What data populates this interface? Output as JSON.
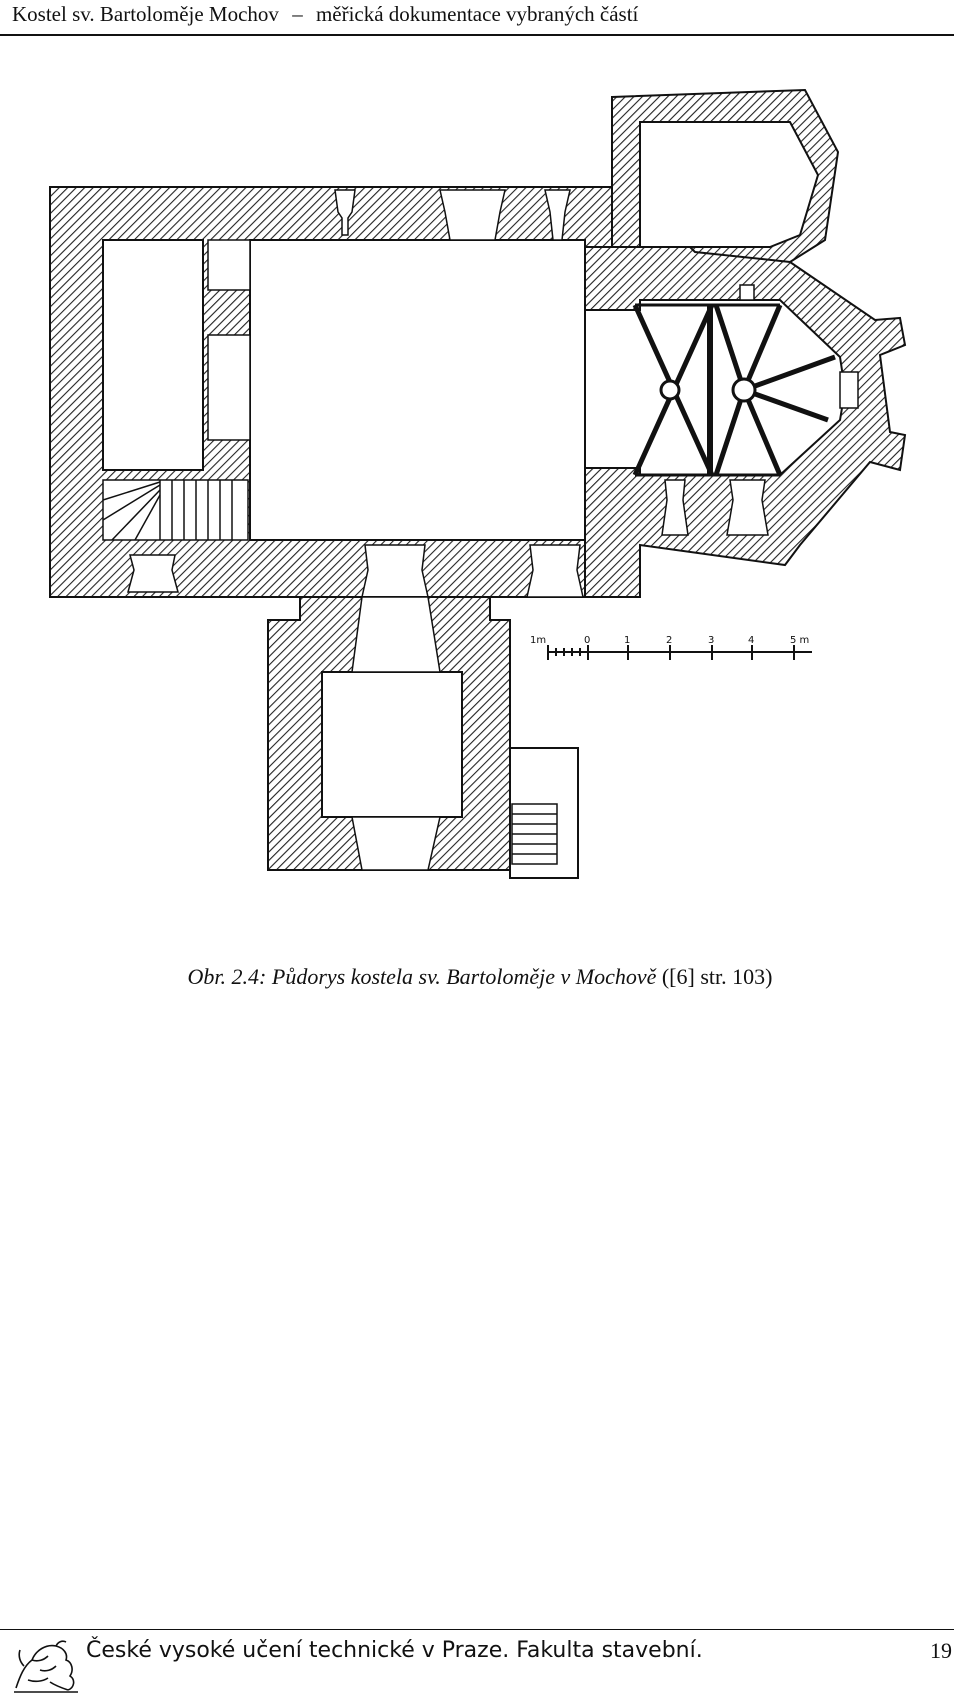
{
  "header": {
    "left": "Kostel sv. Bartoloměje Mochov",
    "dash": "–",
    "right": "měřická dokumentace vybraných částí"
  },
  "figure": {
    "caption_italic": "Obr. 2.4: Půdorys kostela sv. Bartoloměje v Mochově",
    "caption_ref": "([6] str. 103)",
    "scale_labels": [
      "1m",
      "0",
      "1",
      "2",
      "3",
      "4",
      "5 m"
    ]
  },
  "footer": {
    "institution": "České vysoké učení technické v Praze. Fakulta stavební.",
    "page_number": "19"
  }
}
